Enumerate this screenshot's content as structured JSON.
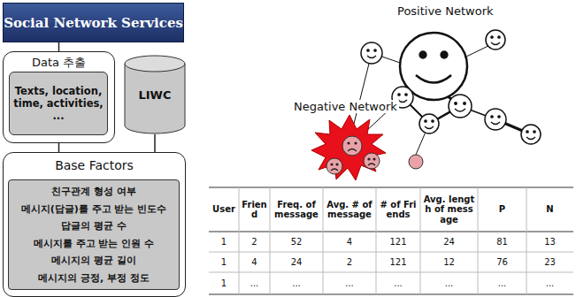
{
  "diagram": {
    "nodes": [
      {
        "text": [
          "Social Network Services"
        ]
      },
      {
        "text": [
          "Data 추출"
        ]
      },
      {
        "text": [
          "Texts, location, time, activities, ..."
        ],
        "in": 1
      },
      {
        "text": [
          "LIWC"
        ]
      },
      {
        "text": [
          "Base Factors"
        ]
      },
      {
        "text": [
          "친구관계 형성 여부",
          "메시지(답글)를 주고 받는 빈도수",
          "답글의 평균 수",
          "메시지를 주고 받는 인원 수",
          "메시지의 평균 길이",
          "메시지의 긍정, 부정 정도"
        ],
        "in": 4
      }
    ],
    "edges": [
      {
        "from": 0,
        "to": 1,
        "arrow": "none"
      },
      {
        "from": 1,
        "to": 4,
        "arrow": "none"
      },
      {
        "from": 3,
        "to": 4,
        "arrow": "none"
      }
    ],
    "labels": [
      "Positive Network",
      "Negative Network",
      "User",
      "Friend",
      "Freq. of message",
      "Avg. # of message",
      "# of Friends",
      "Avg. length of message",
      "P",
      "N",
      "1",
      "2",
      "52",
      "4",
      "121",
      "24",
      "81",
      "13",
      "1",
      "4",
      "24",
      "2",
      "121",
      "12",
      "76",
      "23",
      "1",
      "...",
      "...",
      "...",
      "...",
      "...",
      "...",
      "..."
    ]
  }
}
